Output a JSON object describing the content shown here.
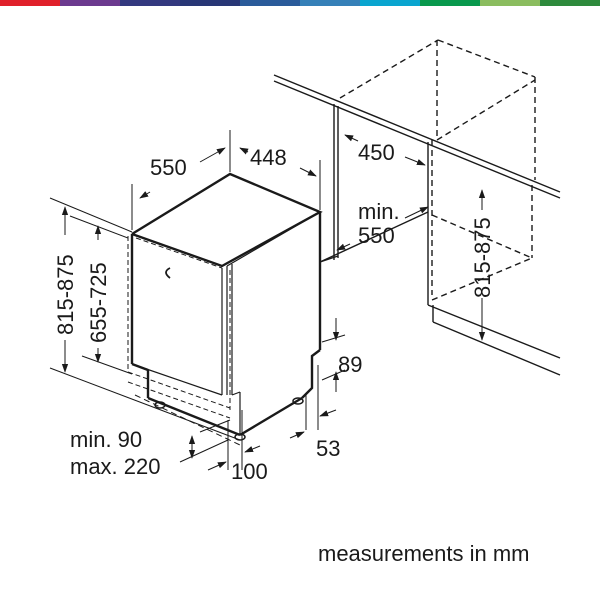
{
  "color_bar": [
    "#e0202a",
    "#6c3a8f",
    "#33397f",
    "#283776",
    "#2a5b9a",
    "#3580b8",
    "#0aa5cf",
    "#08994d",
    "#8bbd5f",
    "#2e8a3c"
  ],
  "dimensions": {
    "depth": "550",
    "width": "448",
    "niche_width": "450",
    "niche_depth_label": "min.",
    "niche_depth_value": "550",
    "niche_height": "815-875",
    "total_height": "815-875",
    "door_height": "655-725",
    "plinth_min": "min. 90",
    "plinth_max": "max. 220",
    "plinth_setback": "100",
    "foot_height": "89",
    "foot_offset": "53"
  },
  "note": "measurements in mm"
}
